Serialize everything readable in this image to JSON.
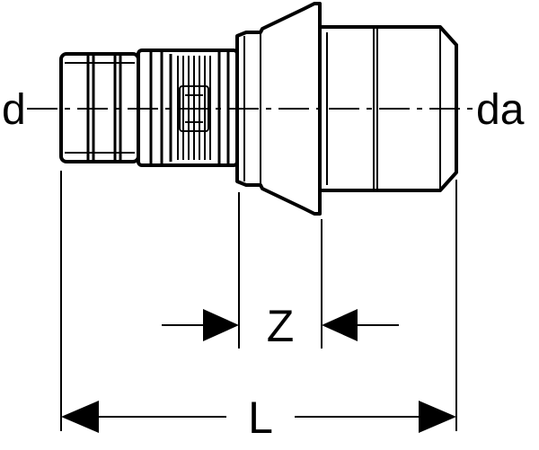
{
  "labels": {
    "inner_diameter": "d",
    "outer_diameter": "da",
    "insertion_depth": "Z",
    "overall_length": "L"
  }
}
